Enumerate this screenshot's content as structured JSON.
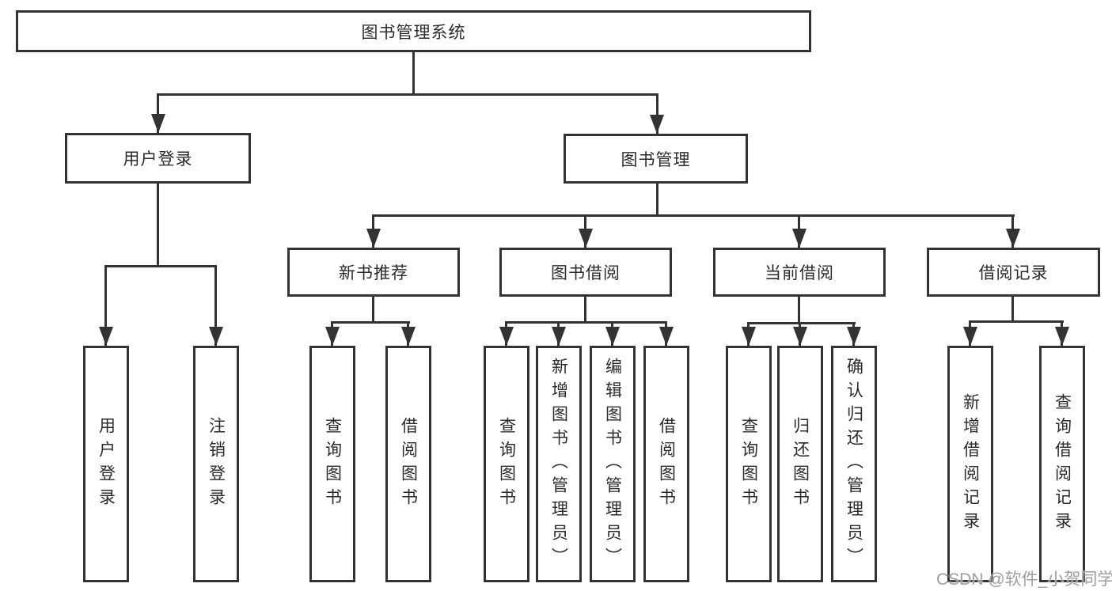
{
  "colors": {
    "line": "#333333",
    "text": "#2b2b2b",
    "watermark": "#9e9e9e",
    "background": "#ffffff"
  },
  "watermark": {
    "text": "CSDN @软件_小贺同学"
  },
  "tree": {
    "label": "图书管理系统",
    "children": [
      {
        "label": "用户登录",
        "children": [
          {
            "label": "用户登录"
          },
          {
            "label": "注销登录"
          }
        ]
      },
      {
        "label": "图书管理",
        "children": [
          {
            "label": "新书推荐",
            "children": [
              {
                "label": "查询图书"
              },
              {
                "label": "借阅图书"
              }
            ]
          },
          {
            "label": "图书借阅",
            "children": [
              {
                "label": "查询图书"
              },
              {
                "label": "新增图书（管理员）"
              },
              {
                "label": "编辑图书（管理员）"
              },
              {
                "label": "借阅图书"
              }
            ]
          },
          {
            "label": "当前借阅",
            "children": [
              {
                "label": "查询图书"
              },
              {
                "label": "归还图书"
              },
              {
                "label": "确认归还（管理员）"
              }
            ]
          },
          {
            "label": "借阅记录",
            "children": [
              {
                "label": "新增借阅记录"
              },
              {
                "label": "查询借阅记录"
              }
            ]
          }
        ]
      }
    ]
  }
}
